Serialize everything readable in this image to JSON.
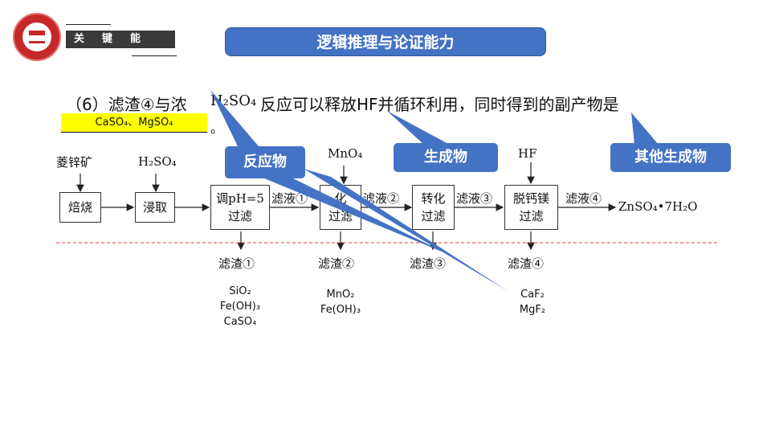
{
  "header": {
    "badge_text": "关键能力",
    "title": "逻辑推理与论证能力"
  },
  "question": {
    "prefix": "（6）滤渣④与浓",
    "reagent": "H₂SO₄",
    "suffix": "反应可以释放HF并循环利用，同时得到的副产物是",
    "answer": "CaSO₄、MgSO₄",
    "end": "。"
  },
  "callouts": {
    "reactant": "反应物",
    "product": "生成物",
    "other_products": "其他生成物"
  },
  "flow": {
    "raw_material": "菱锌矿",
    "steps": {
      "roast": "焙烧",
      "leach": "浸取",
      "ph_filter_1": "调pH=5",
      "ph_filter_2": "过滤",
      "oxidize_1": "化",
      "oxidize_2": "过滤",
      "convert_1": "转化",
      "convert_2": "过滤",
      "decalc_1": "脱钙镁",
      "decalc_2": "过滤"
    },
    "reagents": {
      "h2so4": "H₂SO₄",
      "kmno4": "MnO₄",
      "hf": "HF"
    },
    "filtrates": [
      "滤液①",
      "滤液②",
      "滤液③",
      "滤液④"
    ],
    "product": "ZnSO₄•7H₂O",
    "residues": [
      "滤渣①",
      "滤渣②",
      "滤渣③",
      "滤渣④"
    ],
    "residue_contents": {
      "r1": [
        "SiO₂",
        "Fe(OH)₃",
        "CaSO₄"
      ],
      "r2": [
        "MnO₂",
        "Fe(OH)₃"
      ],
      "r4": [
        "CaF₂",
        "MgF₂"
      ]
    }
  },
  "colors": {
    "accent": "#4472c4",
    "logo": "#c62828",
    "highlight": "#ffff00",
    "divider": "#e53935"
  }
}
